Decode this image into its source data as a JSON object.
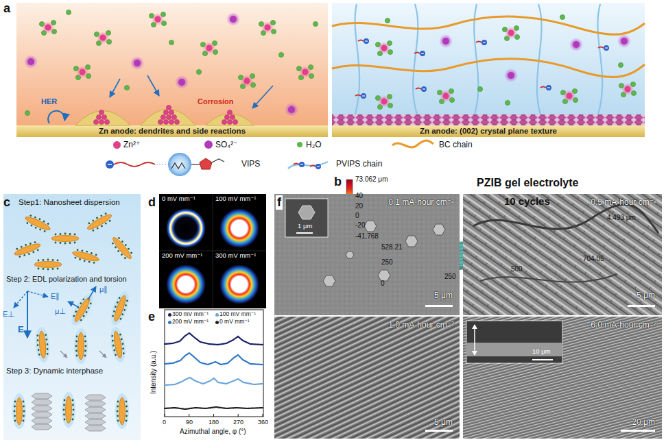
{
  "diagram": {
    "nodes": [
      {
        "text": [
          "HER",
          "Corrosion",
          "Zn anode: dendrites and side reactions"
        ]
      },
      {
        "text": [
          "Zn anode: (002) crystal plane texture"
        ]
      },
      {
        "text": [
          "Step1: Nanosheet dispersion",
          "Step 2: EDL polarization and torsion",
          "Step 3: Dynamic interphase"
        ]
      },
      {
        "text": [
          "0 mV mm⁻¹"
        ]
      },
      {
        "text": [
          "100 mV mm⁻¹"
        ]
      },
      {
        "text": [
          "200 mV mm⁻¹"
        ]
      },
      {
        "text": [
          "300 mV mm⁻¹"
        ]
      },
      {
        "text": [
          "0.1 mA·hour cm⁻²",
          "5 μm"
        ]
      },
      {
        "text": [
          "1 μm"
        ],
        "in": 7
      },
      {
        "text": [
          "0.5 mA·hour cm⁻²",
          "5 μm"
        ]
      },
      {
        "text": [
          "1.0 mA·hour cm⁻²",
          "5 μm"
        ]
      },
      {
        "text": [
          "6.0 mA·hour cm⁻²",
          "20 μm"
        ]
      },
      {
        "text": [
          "10 μm"
        ],
        "in": 11
      }
    ],
    "labels": [
      "a",
      "b",
      "c",
      "d",
      "e",
      "f",
      "PZIB gel electrolyte",
      "10 cycles",
      "73.062 μm",
      "40",
      "20",
      "0",
      "-20",
      "-41.768",
      "4.493 μm",
      "528.21",
      "250",
      "0",
      "250",
      "500",
      "704.05",
      "E",
      "E∥",
      "E⊥",
      "μ∥",
      "μ⊥",
      "Intensity (a.u.)",
      "Azimuthal angle, φ (°)",
      "0",
      "90",
      "180",
      "270",
      "360"
    ],
    "legend": [
      {
        "text": "Zn²⁺",
        "color": "#e0408a"
      },
      {
        "text": "SO₄²⁻",
        "color": "#b03ab8"
      },
      {
        "text": "H₂O",
        "color": "#5cb84a"
      },
      {
        "text": "BC chain"
      },
      {
        "text": "VIPS"
      },
      {
        "text": "PVIPS chain"
      },
      {
        "text": "300 mV mm⁻¹",
        "color": "#1a1f66"
      },
      {
        "text": "100 mV mm⁻¹",
        "color": "#6aa6dc"
      },
      {
        "text": "200 mV mm⁻¹",
        "color": "#2f78c4"
      },
      {
        "text": "0 mV mm⁻¹",
        "color": "#222222"
      }
    ]
  }
}
